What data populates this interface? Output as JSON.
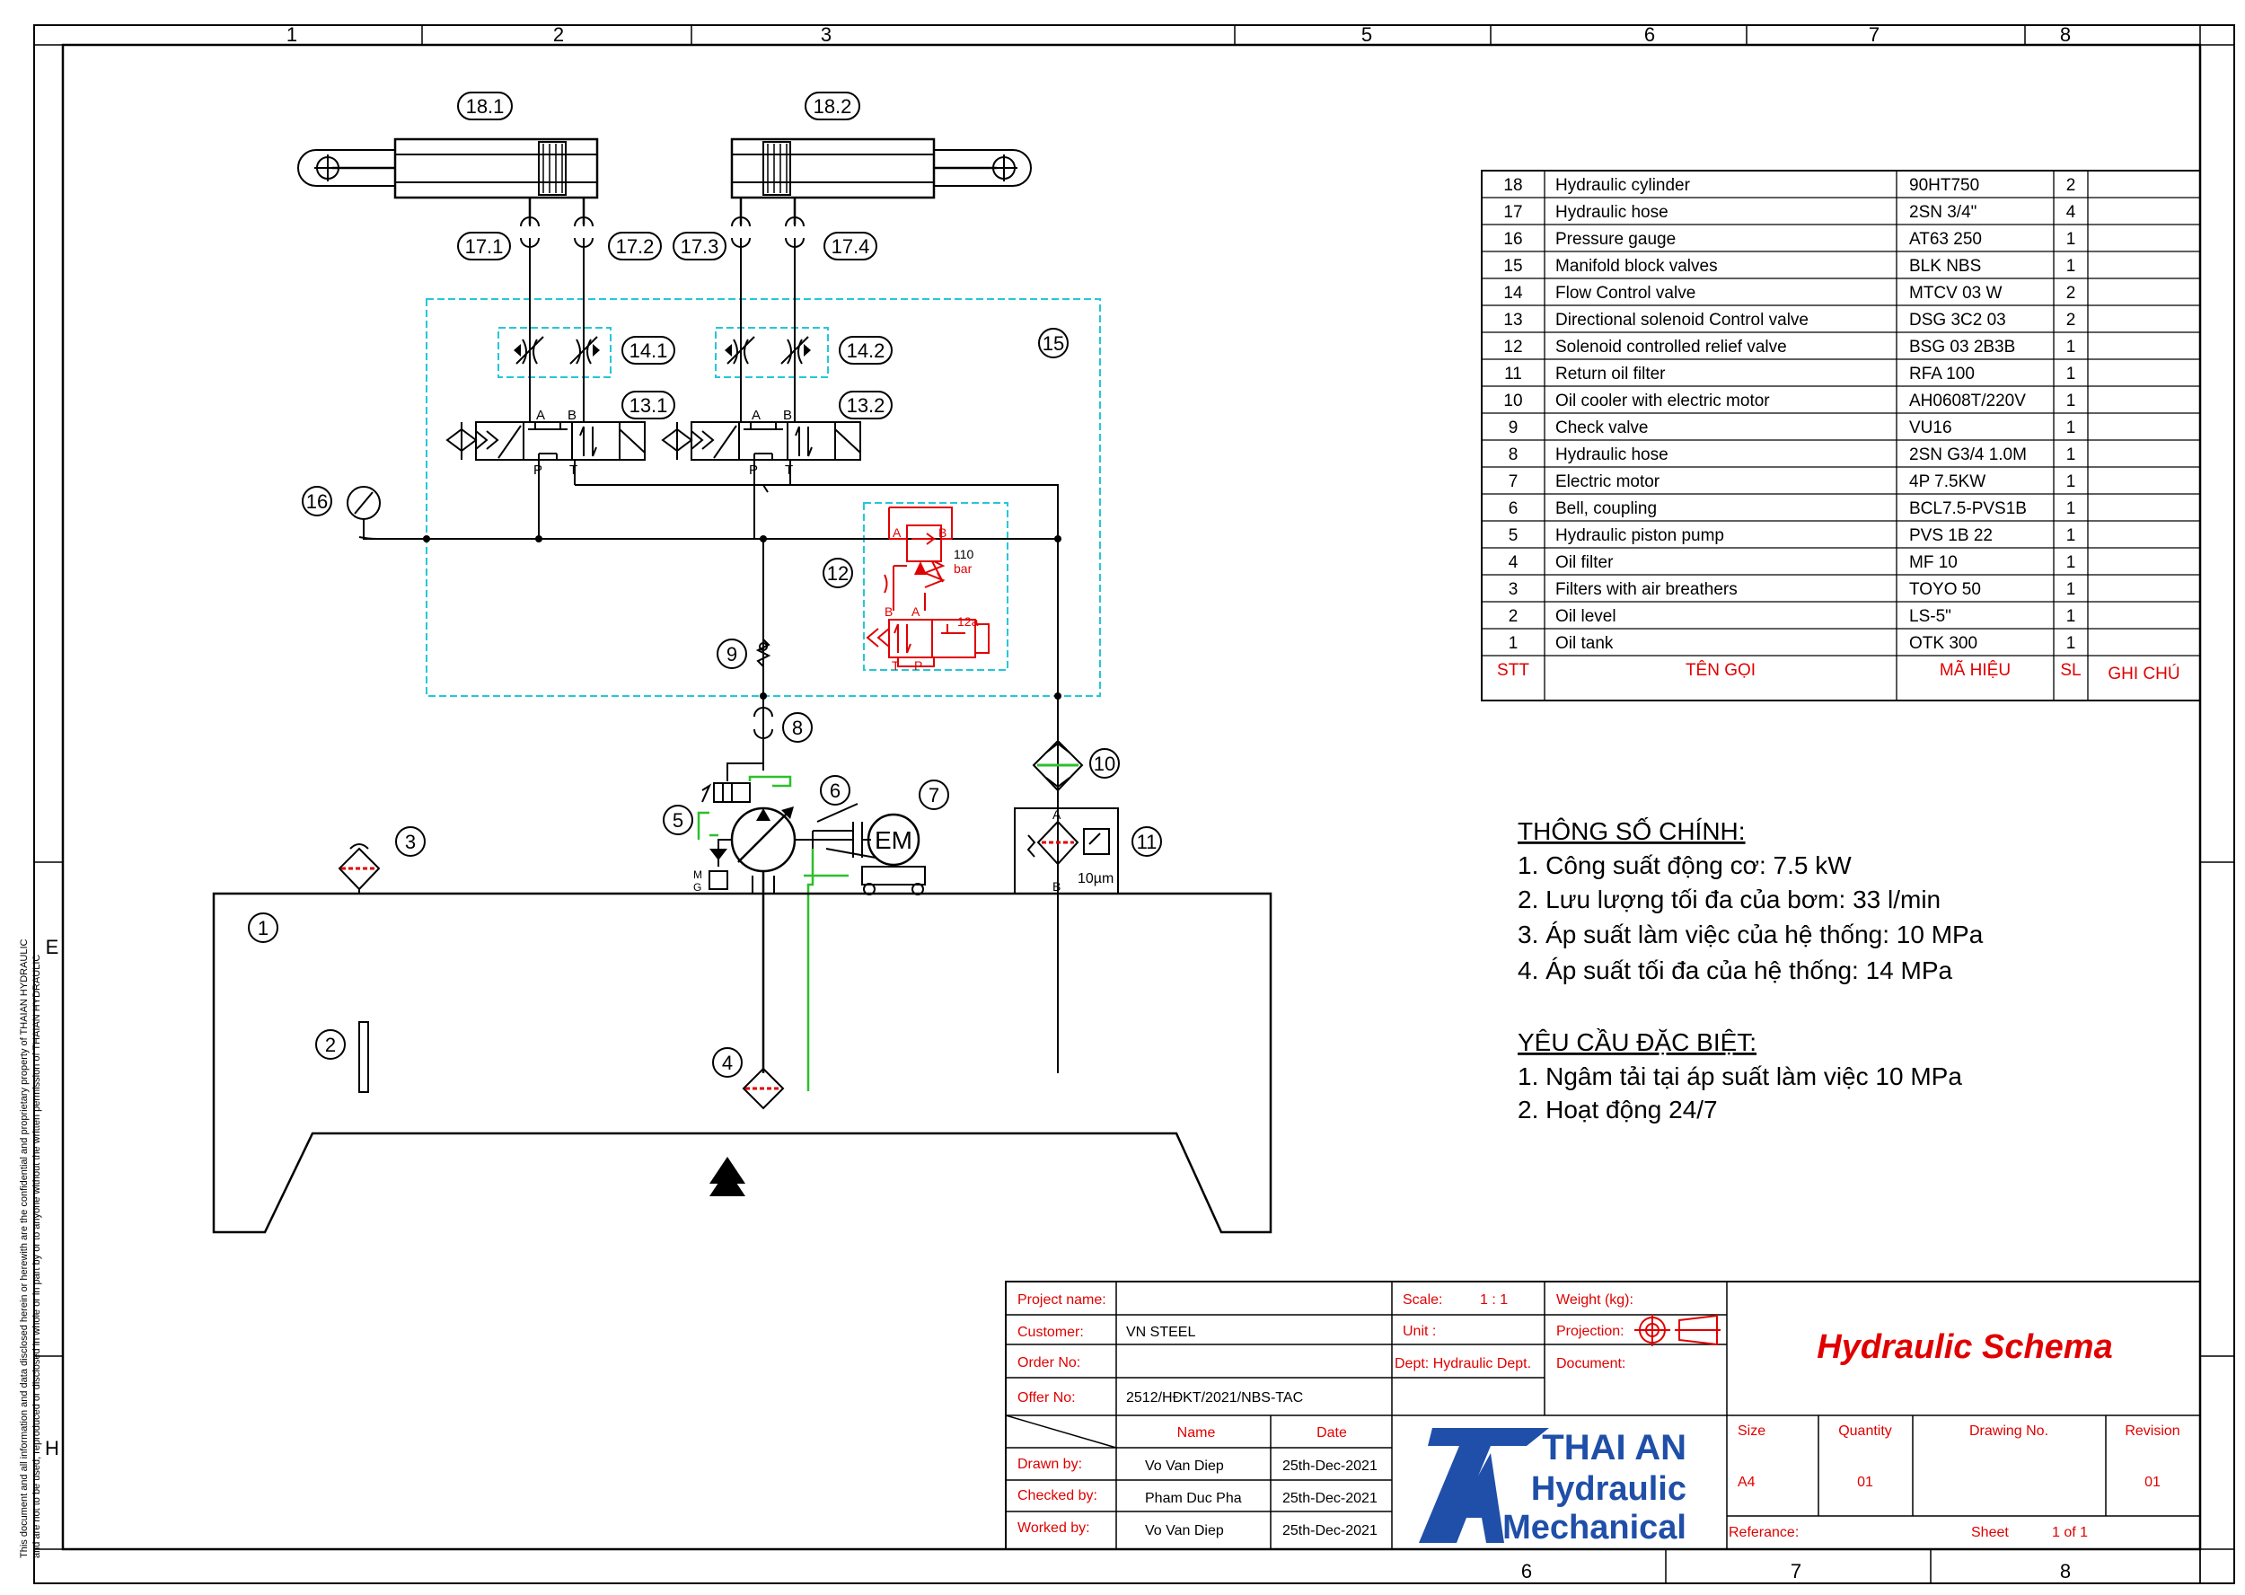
{
  "frame": {
    "columns_top": [
      "1",
      "2",
      "3",
      "5",
      "6",
      "7",
      "8"
    ],
    "columns_bottom": [
      "6",
      "7",
      "8"
    ],
    "rows_left": [
      "E",
      "H"
    ],
    "side_note_1": "This document and all information and data disclosed herein or herewith are the confidential and proprietary property of THAIAN HYDRAULIC",
    "side_note_2": "and are not to be used, reproduced or disclosed in whole or in part by or to anyone without the written permission of THAIAN HYDRAULIC"
  },
  "labels": {
    "c18_1": "18.1",
    "c18_2": "18.2",
    "h17_1": "17.1",
    "h17_2": "17.2",
    "h17_3": "17.3",
    "h17_4": "17.4",
    "f14_1": "14.1",
    "f14_2": "14.2",
    "m15": "15",
    "v13_1": "13.1",
    "v13_2": "13.2",
    "g16": "16",
    "r12": "12",
    "c9": "9",
    "h8": "8",
    "f10": "10",
    "r11": "11",
    "p5": "5",
    "b6": "6",
    "m7": "7",
    "t1": "1",
    "l2": "2",
    "a3": "3",
    "f4": "4",
    "port_a": "A",
    "port_b": "B",
    "port_p": "P",
    "port_t": "T",
    "relief_bar": "110",
    "relief_unit": "bar",
    "valve_12a": "12a",
    "motor_em": "EM",
    "filter_10um": "10µm",
    "pump_m": "M",
    "pump_g": "G"
  },
  "bom": {
    "header": {
      "stt": "STT",
      "name": "TÊN GỌI",
      "code": "MÃ HIỆU",
      "qty": "SL",
      "note": "GHI CHÚ"
    },
    "rows": [
      {
        "stt": "18",
        "name": "Hydraulic cylinder",
        "code": "90HT750",
        "qty": "2"
      },
      {
        "stt": "17",
        "name": "Hydraulic hose",
        "code": "2SN 3/4\"",
        "qty": "4"
      },
      {
        "stt": "16",
        "name": "Pressure gauge",
        "code": "AT63 250",
        "qty": "1"
      },
      {
        "stt": "15",
        "name": "Manifold block valves",
        "code": "BLK NBS",
        "qty": "1"
      },
      {
        "stt": "14",
        "name": "Flow Control valve",
        "code": "MTCV 03 W",
        "qty": "2"
      },
      {
        "stt": "13",
        "name": "Directional solenoid Control valve",
        "code": "DSG 3C2 03",
        "qty": "2"
      },
      {
        "stt": "12",
        "name": "Solenoid controlled relief valve",
        "code": "BSG 03 2B3B",
        "qty": "1"
      },
      {
        "stt": "11",
        "name": "Return oil filter",
        "code": "RFA 100",
        "qty": "1"
      },
      {
        "stt": "10",
        "name": "Oil cooler with electric motor",
        "code": "AH0608T/220V",
        "qty": "1"
      },
      {
        "stt": "9",
        "name": "Check valve",
        "code": "VU16",
        "qty": "1"
      },
      {
        "stt": "8",
        "name": "Hydraulic hose",
        "code": "2SN G3/4 1.0M",
        "qty": "1"
      },
      {
        "stt": "7",
        "name": "Electric motor",
        "code": "4P 7.5KW",
        "qty": "1"
      },
      {
        "stt": "6",
        "name": "Bell, coupling",
        "code": "BCL7.5-PVS1B",
        "qty": "1"
      },
      {
        "stt": "5",
        "name": "Hydraulic piston pump",
        "code": "PVS 1B 22",
        "qty": "1"
      },
      {
        "stt": "4",
        "name": "Oil filter",
        "code": "MF 10",
        "qty": "1"
      },
      {
        "stt": "3",
        "name": "Filters with air breathers",
        "code": "TOYO 50",
        "qty": "1"
      },
      {
        "stt": "2",
        "name": "Oil level",
        "code": "LS-5\"",
        "qty": "1"
      },
      {
        "stt": "1",
        "name": "Oil tank",
        "code": "OTK 300",
        "qty": "1"
      }
    ]
  },
  "specs": {
    "title": "THÔNG SỐ CHÍNH:",
    "items": [
      "1. Công suất động cơ: 7.5 kW",
      "2. Lưu lượng tối đa của bơm: 33 l/min",
      "3. Áp suất làm việc của hệ thống: 10 MPa",
      "4. Áp suất tối đa của hệ thống: 14 MPa"
    ]
  },
  "requirements": {
    "title": "YÊU CẦU ĐẶC BIỆT:",
    "items": [
      "1. Ngâm tải tại áp suất làm việc 10 MPa",
      "2. Hoạt động 24/7"
    ]
  },
  "title_block": {
    "project_label": "Project name:",
    "customer_label": "Customer:",
    "customer": "VN STEEL",
    "order_label": "Order  No:",
    "offer_label": "Offer   No:",
    "offer": "2512/HĐKT/2021/NBS-TAC",
    "name_col": "Name",
    "date_col": "Date",
    "drawn_label": "Drawn by:",
    "drawn_name": "Vo Van Diep",
    "drawn_date": "25th-Dec-2021",
    "checked_label": "Checked by:",
    "checked_name": "Pham Duc Pha",
    "checked_date": "25th-Dec-2021",
    "worked_label": "Worked by:",
    "worked_name": "Vo Van Diep",
    "worked_date": "25th-Dec-2021",
    "scale_label": "Scale:",
    "scale": "1 : 1",
    "weight_label": "Weight (kg):",
    "unit_label": "Unit :",
    "projection_label": "Projection:",
    "dept": "Dept: Hydraulic Dept.",
    "document_label": "Document:",
    "title": "Hydraulic Schema",
    "logo_1": "THAI AN",
    "logo_2": "Hydraulic",
    "logo_3": "Mechanical",
    "size_label": "Size",
    "size": "A4",
    "quantity_label": "Quantity",
    "quantity": "01",
    "drawing_label": "Drawing No.",
    "revision_label": "Revision",
    "revision": "01",
    "reference_label": "Referance:",
    "sheet_label": "Sheet",
    "sheet": "1 of 1"
  },
  "colors": {
    "line": "#000000",
    "red": "#e00000",
    "green": "#2dbf2d",
    "cyan": "#25c7d9",
    "logo": "#1f4fa8"
  }
}
